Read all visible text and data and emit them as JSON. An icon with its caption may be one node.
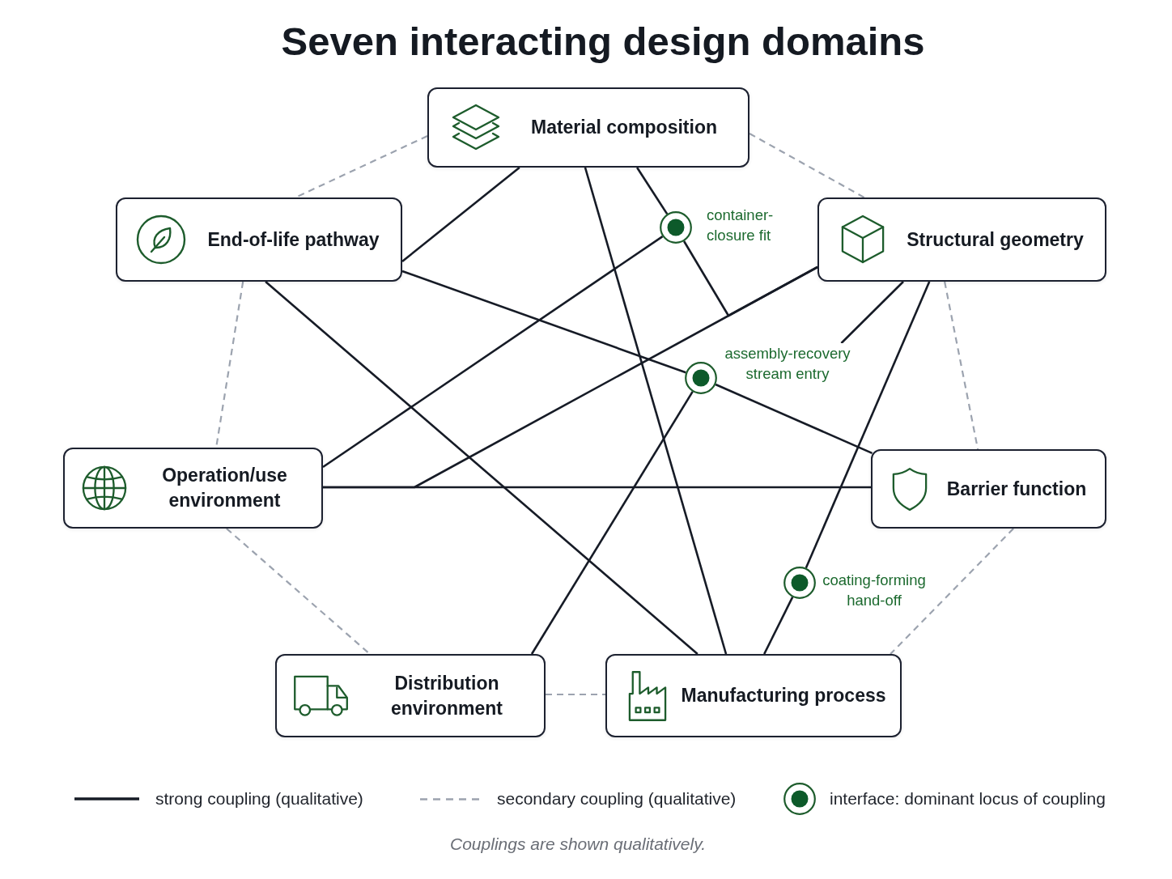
{
  "diagram": {
    "title": "Seven interacting design domains",
    "caption": "Couplings are shown qualitatively.",
    "nodes": [
      {
        "text": [
          "Material composition"
        ]
      },
      {
        "text": [
          "End-of-life pathway"
        ]
      },
      {
        "text": [
          "container-closure fit"
        ]
      },
      {
        "text": [
          "Structural geometry"
        ]
      },
      {
        "text": [
          "assembly-recovery stream entry"
        ]
      },
      {
        "text": [
          "Operation/use environment"
        ]
      },
      {
        "text": [
          "Barrier function"
        ]
      },
      {
        "text": [
          "coating-forming hand-off"
        ]
      },
      {
        "text": [
          "Distribution environment"
        ]
      },
      {
        "text": [
          "Manufacturing process"
        ]
      }
    ],
    "edges": [
      {
        "from": 0,
        "to": 1,
        "arrow": "none"
      },
      {
        "from": 0,
        "to": 9,
        "arrow": "none"
      },
      {
        "from": 0,
        "to": 2,
        "arrow": "none"
      },
      {
        "from": 2,
        "to": 3,
        "arrow": "none"
      },
      {
        "from": 5,
        "to": 2,
        "arrow": "none"
      },
      {
        "from": 1,
        "to": 9,
        "arrow": "none"
      },
      {
        "from": 1,
        "to": 4,
        "arrow": "none"
      },
      {
        "from": 4,
        "to": 6,
        "arrow": "none"
      },
      {
        "from": 4,
        "to": 8,
        "arrow": "none"
      },
      {
        "from": 3,
        "to": 4,
        "arrow": "none"
      },
      {
        "from": 3,
        "to": 5,
        "arrow": "none"
      },
      {
        "from": 5,
        "to": 6,
        "arrow": "none"
      },
      {
        "from": 3,
        "to": 7,
        "arrow": "none"
      },
      {
        "from": 7,
        "to": 9,
        "arrow": "none"
      },
      {
        "from": 0,
        "to": 1,
        "arrow": "none",
        "style": "dashed",
        "color": "#9ca3af"
      },
      {
        "from": 0,
        "to": 3,
        "arrow": "none",
        "style": "dashed",
        "color": "#9ca3af"
      },
      {
        "from": 1,
        "to": 5,
        "arrow": "none",
        "style": "dashed",
        "color": "#9ca3af"
      },
      {
        "from": 3,
        "to": 6,
        "arrow": "none",
        "style": "dashed",
        "color": "#9ca3af"
      },
      {
        "from": 5,
        "to": 8,
        "arrow": "none",
        "style": "dashed",
        "color": "#9ca3af"
      },
      {
        "from": 6,
        "to": 9,
        "arrow": "none",
        "style": "dashed",
        "color": "#9ca3af"
      },
      {
        "from": 8,
        "to": 9,
        "arrow": "none",
        "style": "dashed",
        "color": "#9ca3af"
      }
    ],
    "legend": [
      {
        "text": "strong coupling (qualitative)"
      },
      {
        "text": "secondary coupling (qualitative)"
      },
      {
        "text": "interface: dominant locus of coupling"
      }
    ]
  }
}
